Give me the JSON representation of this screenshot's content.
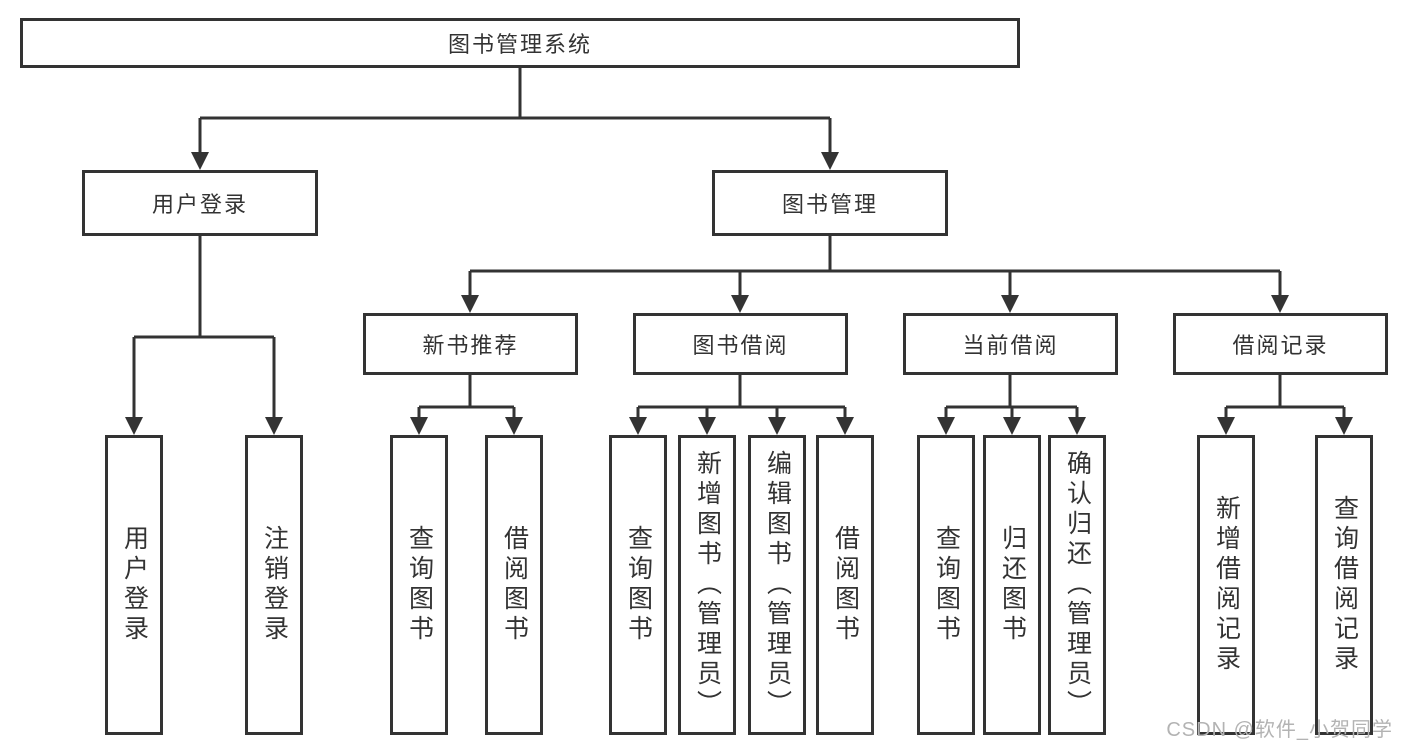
{
  "diagram_type": "hierarchy-tree",
  "tree": {
    "label": "图书管理系统",
    "children": [
      {
        "label": "用户登录",
        "children": [
          {
            "label": "用户登录"
          },
          {
            "label": "注销登录"
          }
        ]
      },
      {
        "label": "图书管理",
        "children": [
          {
            "label": "新书推荐",
            "children": [
              {
                "label": "查询图书"
              },
              {
                "label": "借阅图书"
              }
            ]
          },
          {
            "label": "图书借阅",
            "children": [
              {
                "label": "查询图书"
              },
              {
                "label": "新增图书（管理员）"
              },
              {
                "label": "编辑图书（管理员）"
              },
              {
                "label": "借阅图书"
              }
            ]
          },
          {
            "label": "当前借阅",
            "children": [
              {
                "label": "查询图书"
              },
              {
                "label": "归还图书"
              },
              {
                "label": "确认归还（管理员）"
              }
            ]
          },
          {
            "label": "借阅记录",
            "children": [
              {
                "label": "新增借阅记录"
              },
              {
                "label": "查询借阅记录"
              }
            ]
          }
        ]
      }
    ]
  },
  "watermark": {
    "text": "CSDN @软件_小贺同学"
  },
  "colors": {
    "line": "#333333",
    "box_border": "#333333",
    "text": "#333333",
    "background": "#ffffff",
    "watermark": "#b3b3b3"
  }
}
